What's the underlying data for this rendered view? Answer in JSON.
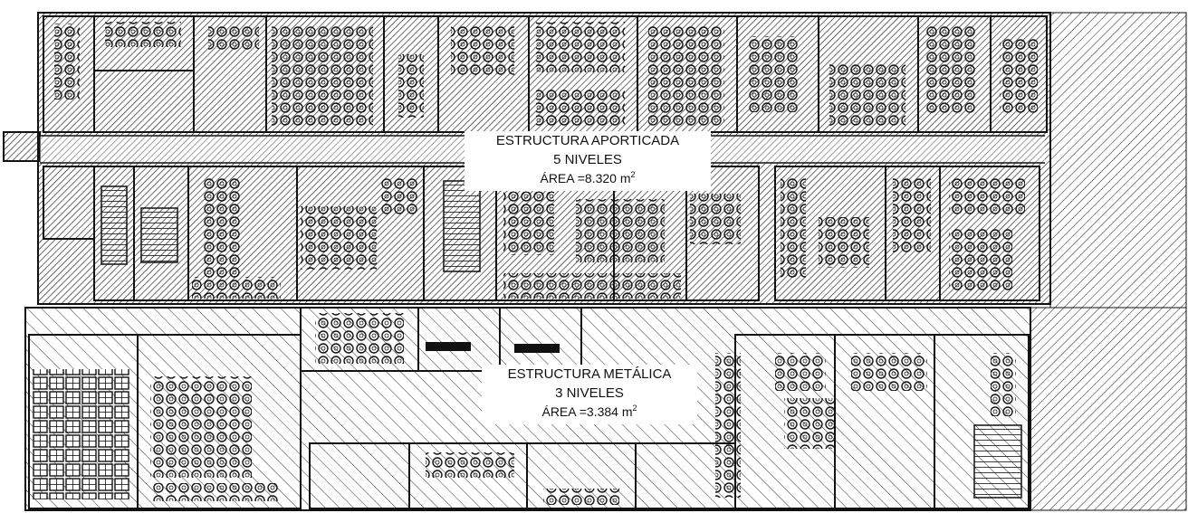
{
  "plan": {
    "upper_block": {
      "structure_type": "ESTRUCTURA APORTICADA",
      "levels": "5 NIVELES",
      "area_label": "ÁREA =8.320 m",
      "area_superscript": "2"
    },
    "lower_block": {
      "structure_type": "ESTRUCTURA METÁLICA",
      "levels": "3 NIVELES",
      "area_label": "ÁREA =3.384 m",
      "area_superscript": "2"
    },
    "colors": {
      "ink": "#111111",
      "paper": "#ffffff",
      "hatch": "#1a1a1a"
    }
  }
}
